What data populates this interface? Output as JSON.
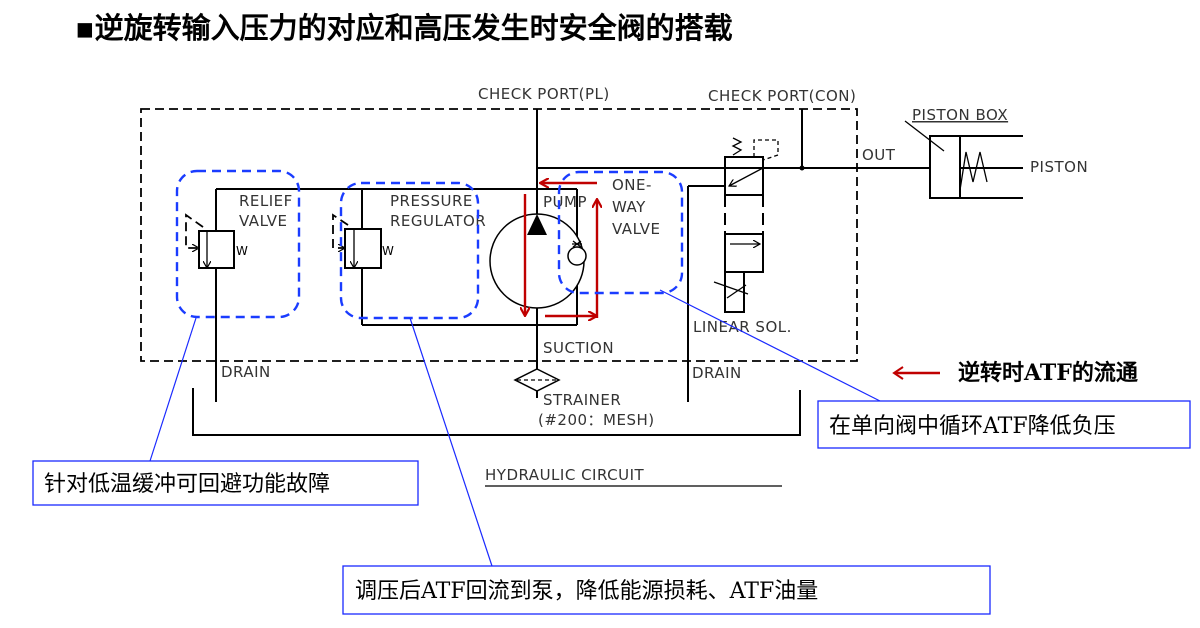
{
  "title": "▪逆旋转输入压力的对应和高压发生时安全阀的搭载",
  "diagram": {
    "check_port_pl": "CHECK PORT(PL)",
    "check_port_con": "CHECK PORT(CON)",
    "piston_box": "PISTON BOX",
    "out": "OUT",
    "piston": "PISTON",
    "relief_valve": [
      "RELIEF",
      "VALVE"
    ],
    "pressure_regulator": [
      "PRESSURE",
      "REGULATOR"
    ],
    "pump": "PUMP",
    "one_way_valve": [
      "ONE-",
      "WAY",
      "VALVE"
    ],
    "linear_sol": "LINEAR SOL.",
    "suction": "SUCTION",
    "drain_left": "DRAIN",
    "drain_right": "DRAIN",
    "strainer": "STRAINER",
    "strainer_mesh": "(#200：MESH)",
    "caption": "HYDRAULIC CIRCUIT"
  },
  "legend": {
    "reverse_flow": "逆转时ATF的流通",
    "arrow_color": "#c00000"
  },
  "callouts": {
    "relief": "针对低温缓冲可回避功能故障",
    "regulator": "调压后ATF回流到泵，降低能源损耗、ATF油量",
    "one_way": "在单向阀中循环ATF降低负压"
  }
}
